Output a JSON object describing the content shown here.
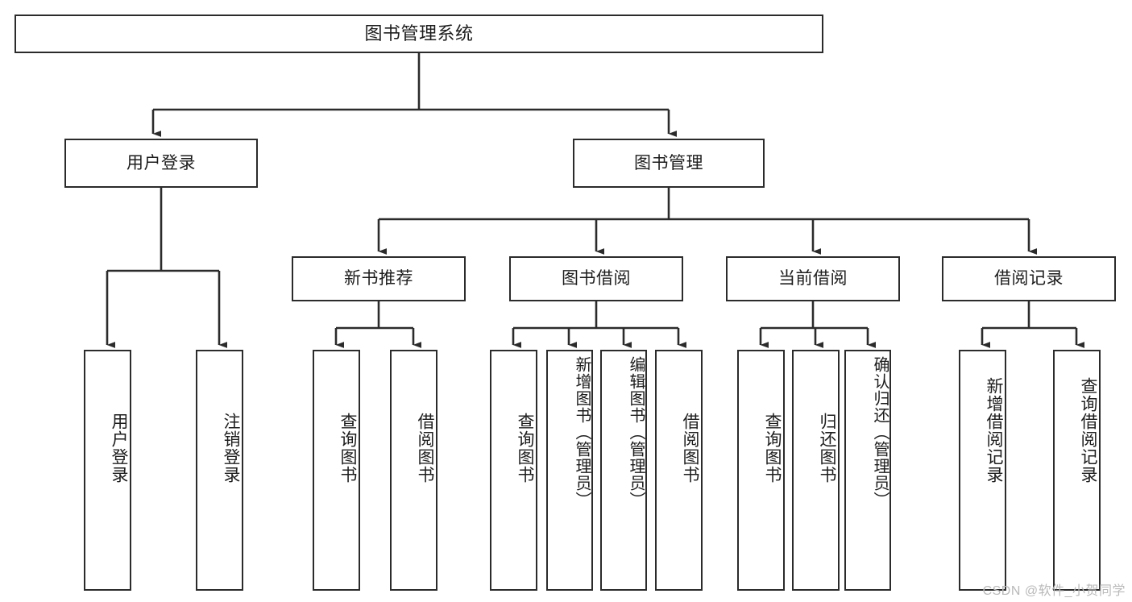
{
  "diagram": {
    "title": "图书管理系统",
    "watermark": "CSDN @软件_小贺同学",
    "stroke_color": "#2b2b2b",
    "background_color": "#ffffff",
    "text_color": "#1d1d1d",
    "watermark_color": "#b9b9b9",
    "root": {
      "label": "图书管理系统"
    },
    "level2": [
      {
        "label": "用户登录"
      },
      {
        "label": "图书管理"
      }
    ],
    "level3": [
      {
        "label": "新书推荐"
      },
      {
        "label": "图书借阅"
      },
      {
        "label": "当前借阅"
      },
      {
        "label": "借阅记录"
      }
    ],
    "leaves": {
      "user_login": [
        {
          "label": "用户登录"
        },
        {
          "label": "注销登录"
        }
      ],
      "new_book_recommend": [
        {
          "label": "查询图书"
        },
        {
          "label": "借阅图书"
        }
      ],
      "book_borrow": [
        {
          "label": "查询图书"
        },
        {
          "label": "新增图书（管理员）"
        },
        {
          "label": "编辑图书（管理员）"
        },
        {
          "label": "借阅图书"
        }
      ],
      "current_borrow": [
        {
          "label": "查询图书"
        },
        {
          "label": "归还图书"
        },
        {
          "label": "确认归还（管理员）"
        }
      ],
      "borrow_record": [
        {
          "label": "新增借阅记录"
        },
        {
          "label": "查询借阅记录"
        }
      ]
    }
  }
}
